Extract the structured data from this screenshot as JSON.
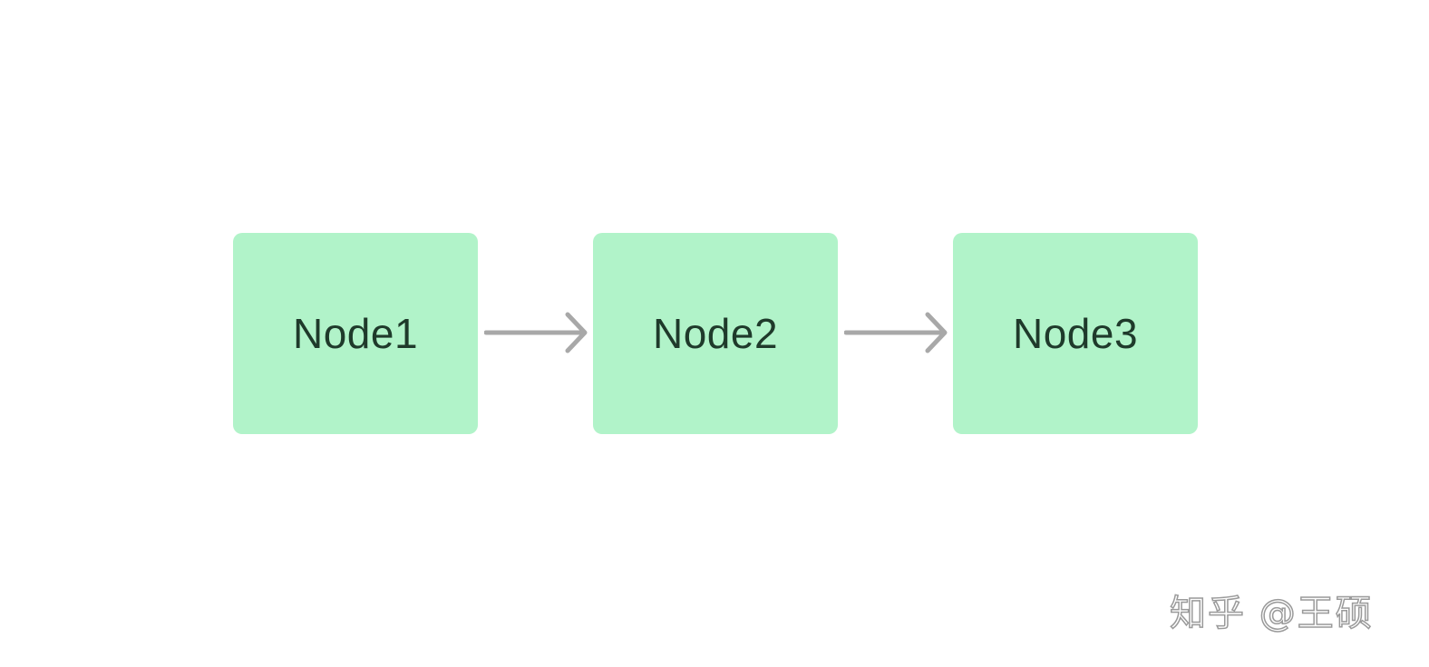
{
  "nodes": [
    {
      "label": "Node1"
    },
    {
      "label": "Node2"
    },
    {
      "label": "Node3"
    }
  ],
  "edges": [
    {
      "from": "Node1",
      "to": "Node2"
    },
    {
      "from": "Node2",
      "to": "Node3"
    }
  ],
  "watermark": {
    "text": "知乎 @王硕"
  },
  "colors": {
    "node_fill": "#b1f3c9",
    "node_text": "#1f3a2b",
    "arrow": "#a8a8a8",
    "background": "#ffffff"
  }
}
